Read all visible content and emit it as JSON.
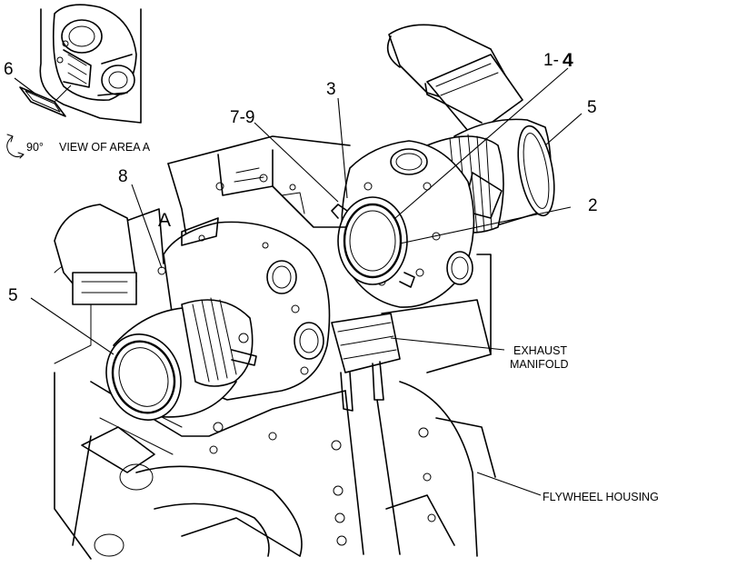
{
  "callouts": {
    "c1_4_a": "1-",
    "c1_4_b": "4",
    "c2": "2",
    "c3": "3",
    "c5_right": "5",
    "c5_left": "5",
    "c6": "6",
    "c7_9": "7-9",
    "c8": "8",
    "area_a": "A"
  },
  "view": {
    "rotation": "90°",
    "label": "VIEW OF AREA A"
  },
  "labels": {
    "exhaust_1": "EXHAUST",
    "exhaust_2": "MANIFOLD",
    "flywheel": "FLYWHEEL HOUSING"
  }
}
